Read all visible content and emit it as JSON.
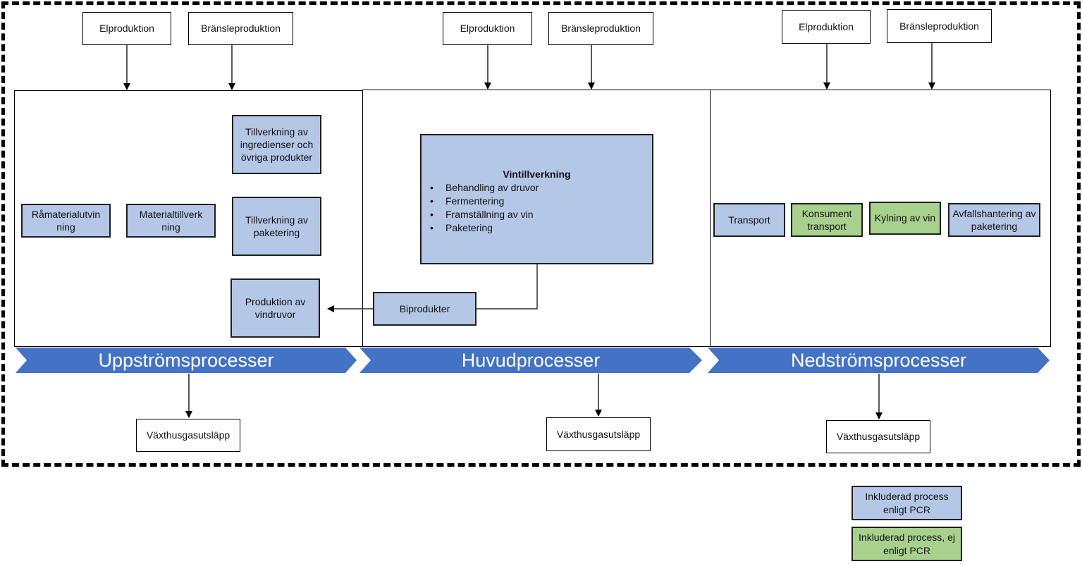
{
  "colors": {
    "included_pcr": "#b4c7e7",
    "included_not_pcr": "#a9d18e",
    "chevron": "#4472c4"
  },
  "inputs": {
    "upstream": {
      "el": "Elproduktion",
      "fuel": "Bränsleproduktion"
    },
    "core": {
      "el": "Elproduktion",
      "fuel": "Bränsleproduktion"
    },
    "downstream": {
      "el": "Elproduktion",
      "fuel": "Bränsleproduktion"
    }
  },
  "upstream": {
    "ingredients": "Tillverkning av ingredienser och övriga produkter",
    "raw_material_line1": "Råmaterialutvin",
    "raw_material_line2": "ning",
    "material_line1": "Materialtillverk",
    "material_line2": "ning",
    "packaging": "Tillverkning av paketering",
    "grapes": "Produktion av vindruvor"
  },
  "core": {
    "main_title": "Vintillverkning",
    "main_items": [
      "Behandling av druvor",
      "Fermentering",
      "Framställning av vin",
      "Paketering"
    ],
    "byproducts": "Biprodukter"
  },
  "downstream": {
    "transport": "Transport",
    "consumer_transport": "Konsument transport",
    "cooling": "Kylning av vin",
    "waste": "Avfallshantering av paketering"
  },
  "stages": {
    "upstream": "Uppströmsprocesser",
    "core": "Huvudprocesser",
    "downstream": "Nedströmsprocesser"
  },
  "emissions": {
    "upstream": "Växthusgasutsläpp",
    "core": "Växthusgasutsläpp",
    "downstream": "Växthusgasutsläpp"
  },
  "legend": {
    "included_pcr": "Inkluderad process enligt PCR",
    "included_not_pcr": "Inkluderad process, ej enligt PCR"
  }
}
